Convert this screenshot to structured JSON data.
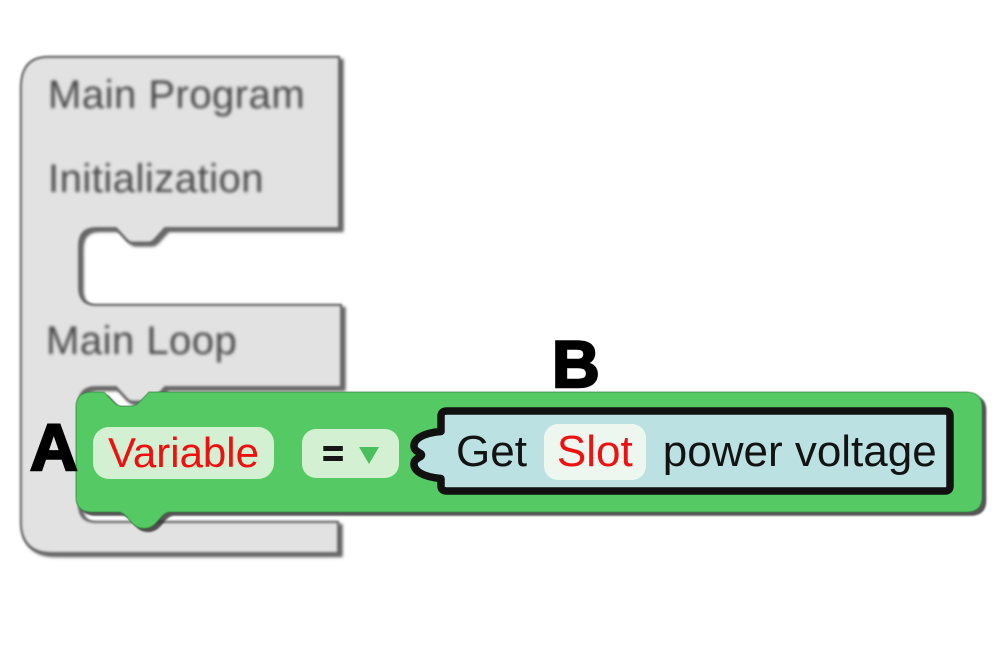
{
  "workspace": {
    "main_program_block": {
      "title": "Main Program",
      "slot1_label": "Initialization",
      "slot2_label": "Main Loop",
      "fill_color": "#e2e2e2",
      "outline_color": "#6a6a6a",
      "text_color": "#474747"
    },
    "set_variable_block": {
      "variable_field": "Variable",
      "operator_field": "=",
      "fill_color": "#55c964",
      "field_fill_color": "#d3f0d3",
      "variable_text_color": "#ee0f0f",
      "dropdown_arrow_color": "#4abf5e"
    },
    "value_block": {
      "prefix_label": "Get",
      "slot_field": "Slot",
      "suffix_label": "power voltage",
      "fill_color": "#bce1e3",
      "highlight_border_color": "#111111",
      "slot_field_fill_color": "#eef7ef",
      "slot_text_color": "#ee1111"
    },
    "annotations": {
      "label_a": "A",
      "label_b": "B"
    }
  }
}
